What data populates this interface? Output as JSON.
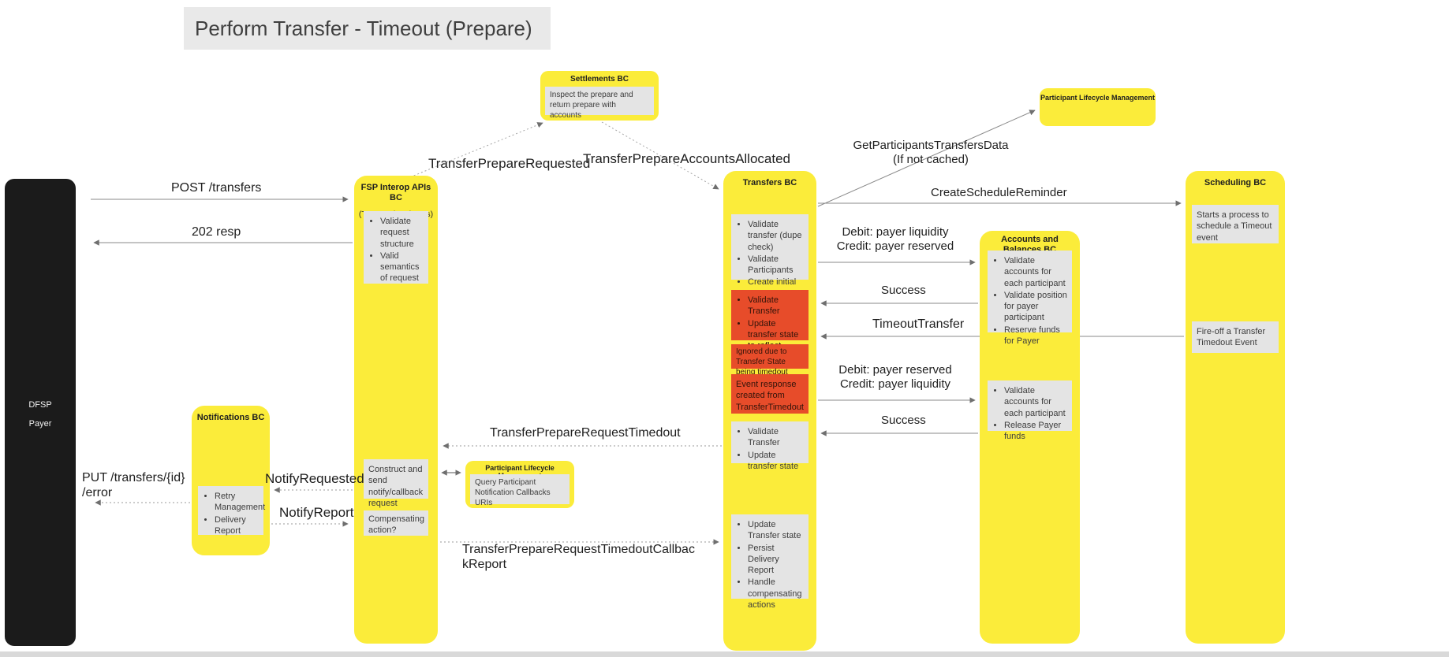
{
  "title": "Perform Transfer - Timeout (Prepare)",
  "colors": {
    "yellow": "#FBEC3A",
    "red": "#E74C2A",
    "gray_box": "#E4E4E4",
    "title_bg": "#E9E9E9",
    "actor_black": "#1B1B1B"
  },
  "actor": {
    "line1": "DFSP",
    "line2": "Payer"
  },
  "notes": {
    "settlements": {
      "header": "Settlements BC",
      "body": "Inspect the prepare and return prepare with accounts"
    },
    "plm_top": {
      "header": "Participant Lifecycle Management"
    },
    "plm_mid": {
      "header": "Participant Lifecycle Management",
      "body": "Query Participant Notification Callbacks URIs"
    }
  },
  "columns": {
    "fsp": {
      "header": "FSP Interop APIs BC",
      "subheader": "(Transactional APIs)",
      "box1": {
        "items": [
          "Validate request structure",
          "Valid semantics of request"
        ]
      },
      "box2": {
        "text": "Construct and send notify/callback request"
      },
      "box3": {
        "text": "Compensating action?"
      }
    },
    "notifications": {
      "header": "Notifications BC",
      "box1": {
        "items": [
          "Retry Management",
          "Delivery Report"
        ]
      }
    },
    "transfers": {
      "header": "Transfers BC",
      "box1": {
        "items": [
          "Validate transfer (dupe check)",
          "Validate Participants",
          "Create initial state"
        ]
      },
      "red1": {
        "items": [
          "Validate Transfer",
          "Update transfer state to reflect Timeout"
        ]
      },
      "red2": {
        "text": "Ignored due to Transfer State being timedout"
      },
      "red3": {
        "text": "Event response created from TransferTimedout"
      },
      "box2": {
        "items": [
          "Validate Transfer",
          "Update transfer state"
        ]
      },
      "box3": {
        "items": [
          "Update Transfer state",
          "Persist Delivery Report",
          "Handle compensating actions"
        ]
      }
    },
    "accounts": {
      "header": "Accounts and Balances BC",
      "box1": {
        "items": [
          "Validate accounts for each participant",
          "Validate position for payer participant",
          "Reserve funds for Payer"
        ]
      },
      "box2": {
        "items": [
          "Validate accounts for each participant",
          "Release Payer funds"
        ]
      }
    },
    "scheduling": {
      "header": "Scheduling BC",
      "box1": {
        "text": "Starts a process to schedule a Timeout event"
      },
      "box2": {
        "text": "Fire-off a Transfer Timedout Event"
      }
    }
  },
  "messages": {
    "post_transfers": "POST /transfers",
    "resp_202": "202 resp",
    "transfer_prepare_requested": "TransferPrepareRequested",
    "transfer_prepare_accounts_allocated": "TransferPrepareAccountsAllocated",
    "get_participants_line1": "GetParticipantsTransfersData",
    "get_participants_line2": "(If not cached)",
    "create_schedule_reminder": "CreateScheduleReminder",
    "debit_upper_line1": "Debit: payer liquidity",
    "debit_upper_line2": "Credit: payer reserved",
    "success_upper": "Success",
    "timeout_transfer": "TimeoutTransfer",
    "debit_lower_line1": "Debit: payer reserved",
    "debit_lower_line2": "Credit: payer liquidity",
    "success_lower": "Success",
    "tpr_timedout": "TransferPrepareRequestTimedout",
    "notify_requested": "NotifyRequested",
    "notify_report": "NotifyReport",
    "put_error_line1": "PUT /transfers/{id}",
    "put_error_line2": "/error",
    "tpr_timedout_callback": "TransferPrepareRequestTimedoutCallbackReport"
  }
}
